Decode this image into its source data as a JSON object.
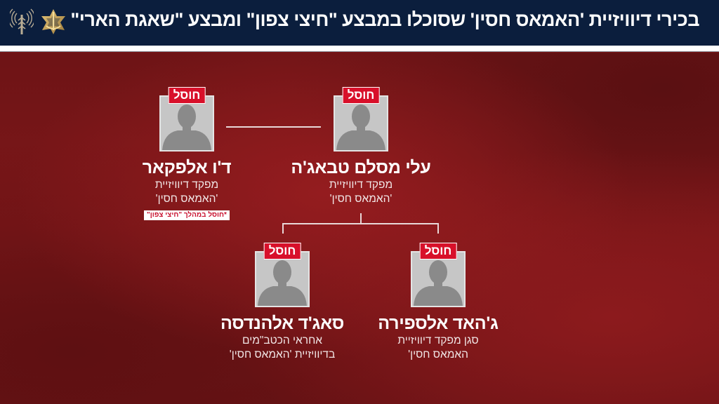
{
  "header": {
    "title": "בכירי דיוויזיית 'האמאס חסין' שסוכלו במבצע \"חיצי צפון\" ומבצע \"שאגת הארי\"",
    "logos": [
      {
        "icon": "idf-intelligence-antenna-emblem"
      },
      {
        "icon": "idf-star-emblem"
      }
    ]
  },
  "colors": {
    "header_bg": "#0b1e3d",
    "header_stripe": "#ffffff",
    "background": "#7a1618",
    "badge": "#d8102a",
    "note_text": "#c8102e",
    "photo_placeholder": "#c6c6c6",
    "silhouette": "#8a8a8a",
    "connector": "#e8d8d8"
  },
  "people": [
    {
      "id": "commander",
      "badge": "חוסל",
      "name": "עלי מסלם טבאג'ה",
      "role_line1": "מפקד דיוויזיית",
      "role_line2": "'האמאס חסין'",
      "note": null
    },
    {
      "id": "commander-predecessor",
      "badge": "חוסל",
      "name": "ד'ו אלפקאר",
      "role_line1": "מפקד דיוויזיית",
      "role_line2": "'האמאס חסין'",
      "note": "*חוסל במהלך \"חיצי צפון\""
    },
    {
      "id": "deputy-commander",
      "badge": "חוסל",
      "name": "ג'האד אלספירה",
      "role_line1": "סגן מפקד דיוויזיית",
      "role_line2": "האמאס חסין'",
      "note": null
    },
    {
      "id": "engineering-officer",
      "badge": "חוסל",
      "name": "סאג'ד אלהנדסה",
      "role_line1": "אחראי הכטב\"מים",
      "role_line2": "בדיוויזיית 'האמאס חסין'",
      "note": null
    }
  ]
}
